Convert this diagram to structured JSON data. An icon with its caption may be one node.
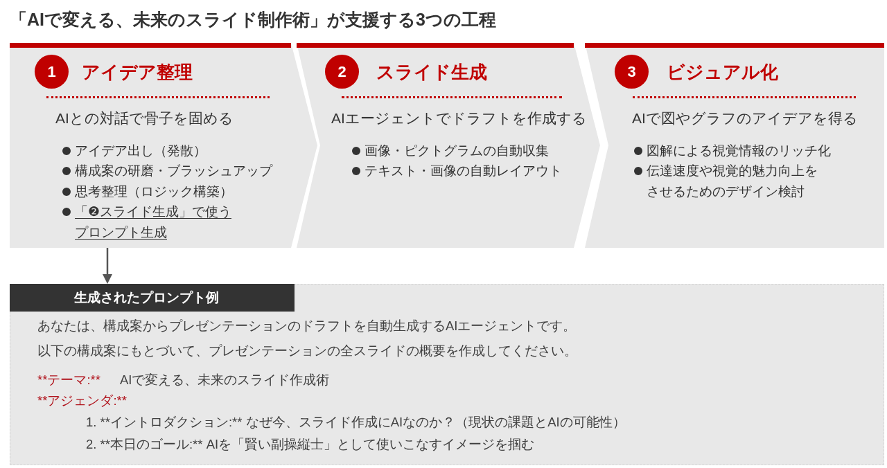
{
  "diagram": {
    "title": "「AIで変える、未来のスライド制作術」が支援する3つの工程",
    "nodes": [
      {
        "text": [
          "アイデア整理",
          "AIとの対話で骨子を固める",
          "アイデア出し（発散）",
          "構成案の研磨・ブラッシュアップ",
          "思考整理（ロジック構築）",
          "「❷スライド生成」で使うプロンプト生成"
        ]
      },
      {
        "text": [
          "1"
        ],
        "in": 0
      },
      {
        "text": [
          "スライド生成",
          "AIエージェントでドラフトを作成する",
          "画像・ピクトグラムの自動収集",
          "テキスト・画像の自動レイアウト"
        ]
      },
      {
        "text": [
          "2"
        ],
        "in": 2
      },
      {
        "text": [
          "ビジュアル化",
          "AIで図やグラフのアイデアを得る",
          "図解による視覚情報のリッチ化",
          "伝達速度や視覚的魅力向上をさせるためのデザイン検討"
        ]
      },
      {
        "text": [
          "3"
        ],
        "in": 4
      },
      {
        "text": [
          "あなたは、構成案からプレゼンテーションのドラフトを自動生成するAIエージェントです。",
          "以下の構成案にもとづいて、プレゼンテーションの全スライドの概要を作成してください。",
          "**テーマ:**",
          "AIで変える、未来のスライド作成術",
          "**アジェンダ:**",
          "1. **イントロダクション:** なぜ今、スライド作成にAIなのか？（現状の課題とAIの可能性）",
          "2. **本日のゴール:** AIを「賢い副操縦士」として使いこなすイメージを掴む"
        ]
      },
      {
        "text": [
          "生成されたプロンプト例"
        ],
        "in": 6
      }
    ],
    "edges": [
      {
        "from": 0,
        "to": 6,
        "arrow": "to"
      }
    ]
  }
}
